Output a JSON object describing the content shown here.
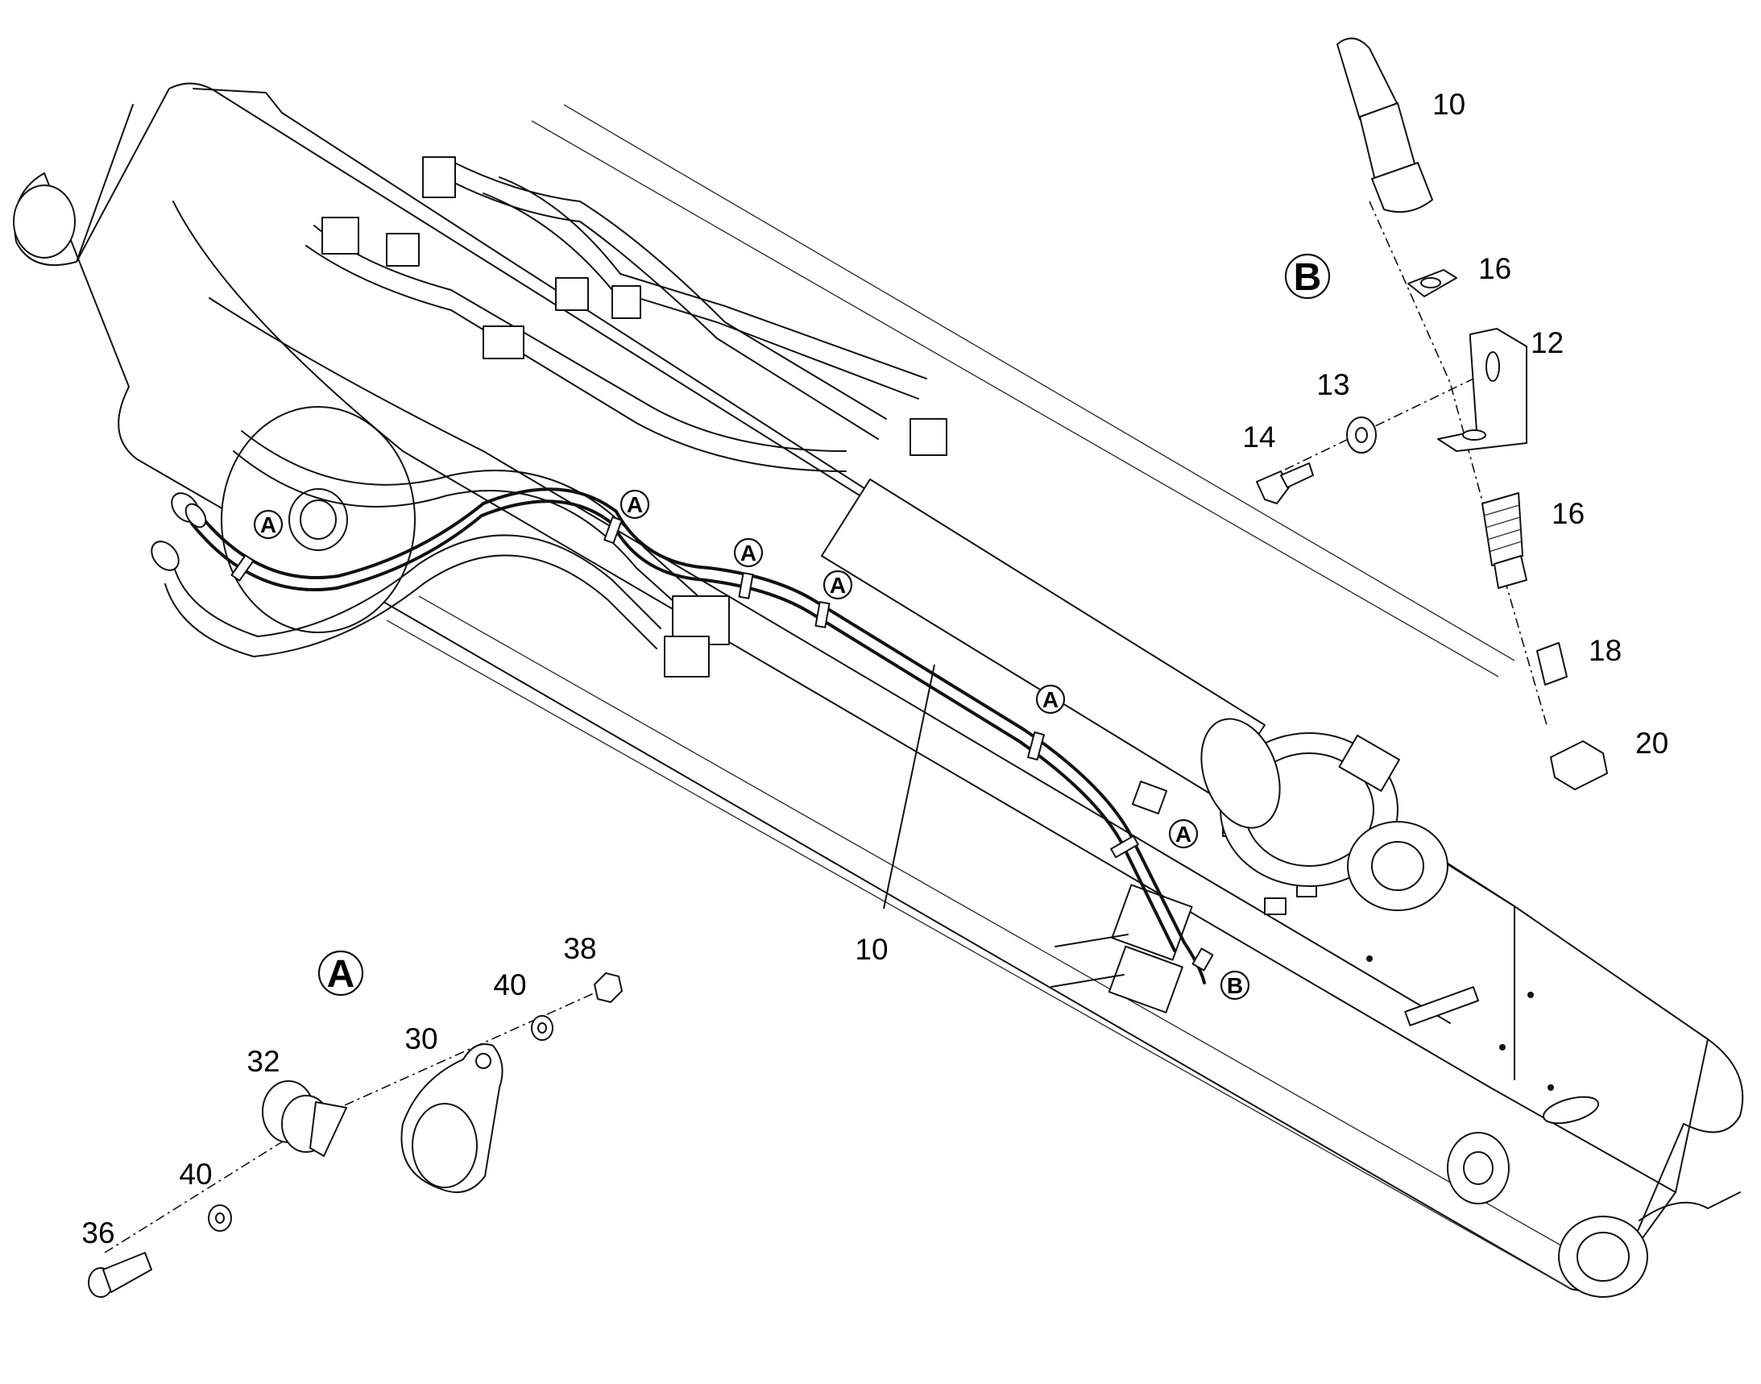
{
  "callouts": {
    "hose": "10",
    "hose_top": "10",
    "washer_b1": "16",
    "bracket": "12",
    "washer_13": "13",
    "bolt_14": "14",
    "fitting_16": "16",
    "sleeve_18": "18",
    "nut_20": "20",
    "nut_38": "38",
    "washer_40a": "40",
    "clamp_30": "30",
    "cushion_32": "32",
    "washer_40b": "40",
    "screw_36": "36"
  },
  "detail_labels": {
    "a": "A",
    "b": "B",
    "clip": "A",
    "connection": "B"
  },
  "clip_positions_count_label": "A"
}
